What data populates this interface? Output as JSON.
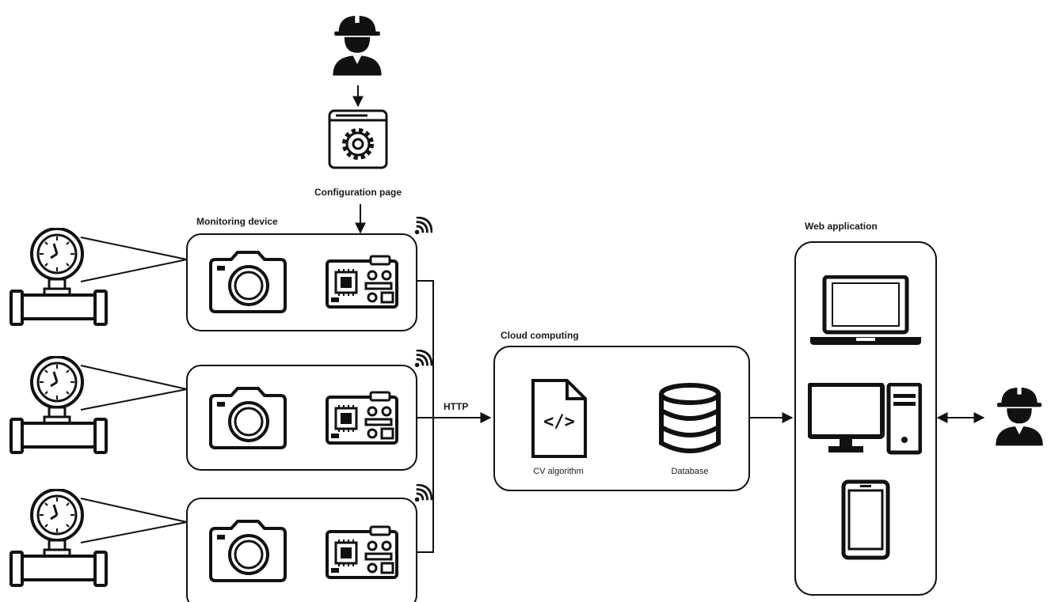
{
  "labels": {
    "configuration_page": "Configuration page",
    "monitoring_device": "Monitoring device",
    "http": "HTTP",
    "cloud_computing": "Cloud computing",
    "cv_algorithm": "CV algorithm",
    "database": "Database",
    "web_application": "Web application",
    "code_glyph": "</>"
  },
  "icons": {
    "worker": "worker-helmet-icon",
    "config": "settings-window-icon",
    "gauge": "pressure-gauge-icon",
    "camera": "camera-icon",
    "board": "circuit-board-icon",
    "wifi": "wifi-signal-icon",
    "file": "code-file-icon",
    "db": "database-icon",
    "laptop": "laptop-icon",
    "desktop": "desktop-computer-icon",
    "tablet": "tablet-icon"
  },
  "colors": {
    "stroke": "#111111",
    "fill": "#ffffff"
  }
}
